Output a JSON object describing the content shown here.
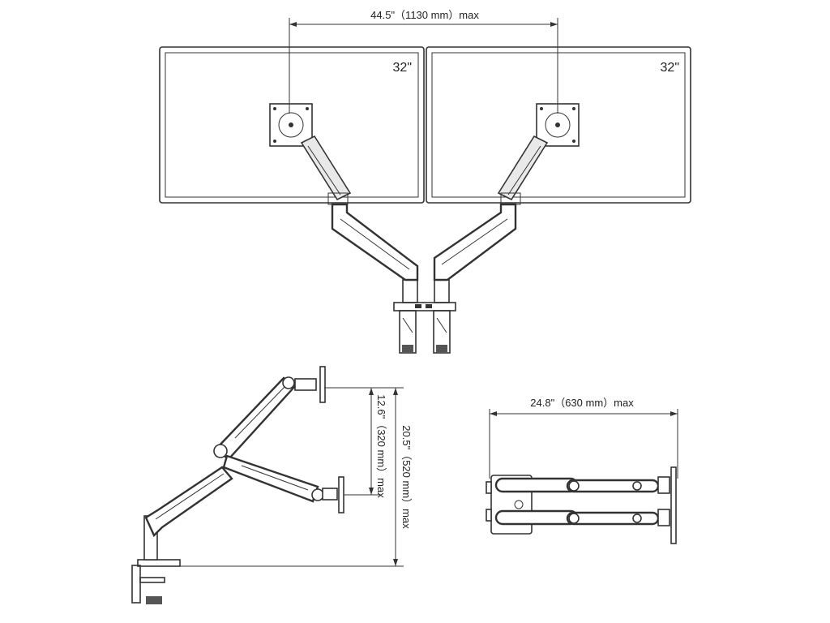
{
  "front_view": {
    "left_monitor": {
      "size_label": "32\""
    },
    "right_monitor": {
      "size_label": "32\""
    },
    "width_dimension": {
      "label": "44.5\"（1130 mm）max"
    }
  },
  "side_view": {
    "arm_range_dimension": {
      "label": "12.6\"（320 mm）max"
    },
    "height_dimension": {
      "label": "20.5\"（520 mm）max"
    }
  },
  "top_view": {
    "reach_dimension": {
      "label": "24.8\"（630 mm）max"
    }
  }
}
